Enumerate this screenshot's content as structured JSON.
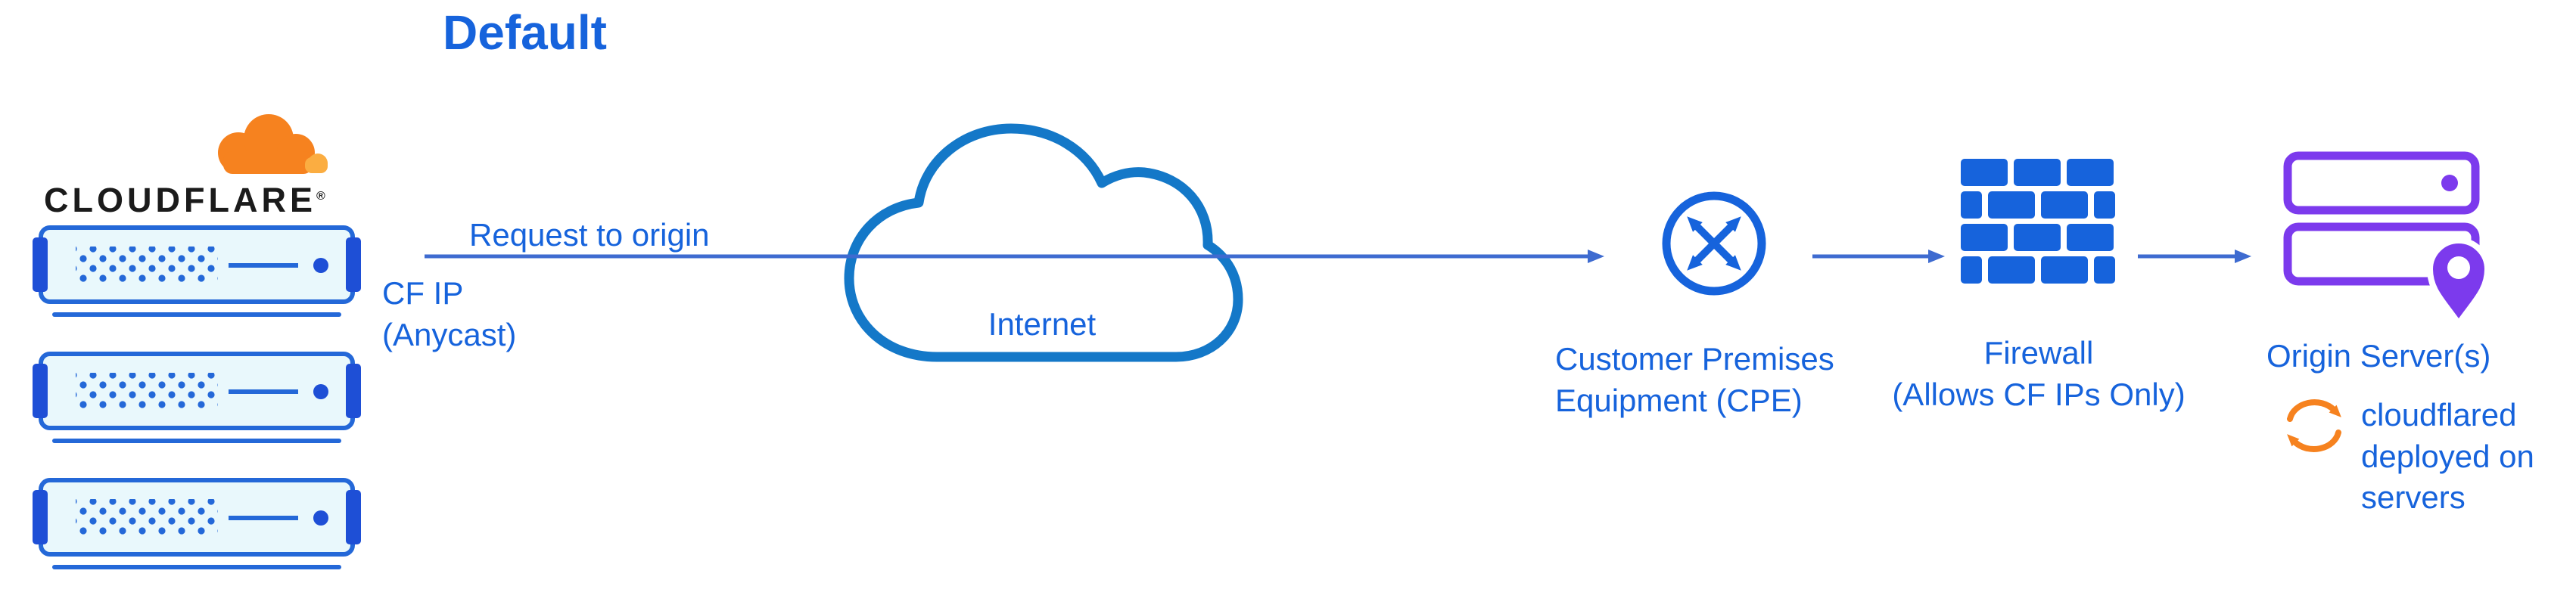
{
  "colors": {
    "blue_text": "#1663DC",
    "arrow_blue": "#3E6BD0",
    "cloud_blue": "#1478C8",
    "server_border": "#2468D8",
    "server_tab": "#1E4FD6",
    "server_fill": "#E9F8FC",
    "brand_orange": "#F6821F",
    "brand_orange_light": "#FBAD41",
    "origin_purple": "#7C3AED",
    "wordmark_black": "#1B1B1B"
  },
  "title": "Default",
  "cloudflare": {
    "wordmark": "CLOUDFLARE",
    "registered_mark": "®",
    "ip_label_line1": "CF IP",
    "ip_label_line2": "(Anycast)"
  },
  "flow": {
    "request_label": "Request to origin"
  },
  "internet": {
    "label": "Internet"
  },
  "cpe": {
    "label_line1": "Customer Premises",
    "label_line2": "Equipment (CPE)"
  },
  "firewall": {
    "label_line1": "Firewall",
    "label_line2": "(Allows CF IPs Only)"
  },
  "origin": {
    "label": "Origin Server(s)",
    "note_line1": "cloudflared",
    "note_line2": "deployed on",
    "note_line3": "servers"
  }
}
